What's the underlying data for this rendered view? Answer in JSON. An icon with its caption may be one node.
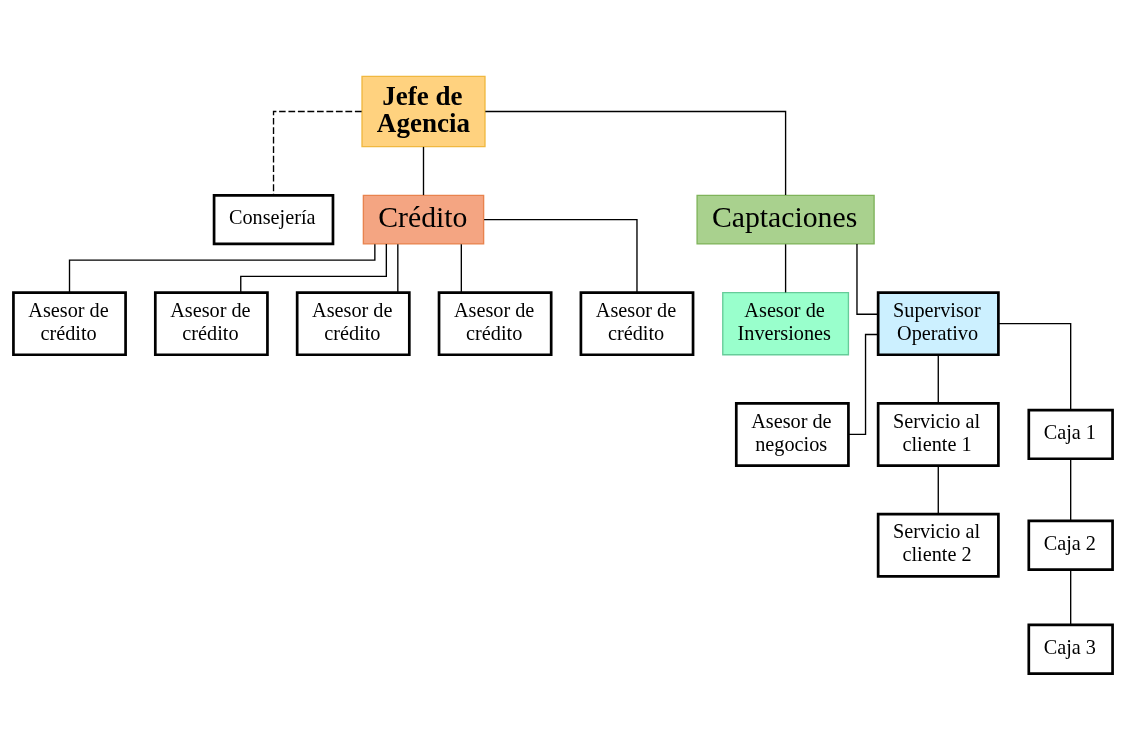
{
  "diagram": {
    "nodes": [
      {
        "text": [
          "Jefe de Agencia"
        ]
      },
      {
        "text": [
          "Consejería"
        ]
      },
      {
        "text": [
          "Crédito"
        ]
      },
      {
        "text": [
          "Captaciones"
        ]
      },
      {
        "text": [
          "Asesor de crédito"
        ]
      },
      {
        "text": [
          "Asesor de crédito"
        ]
      },
      {
        "text": [
          "Asesor de crédito"
        ]
      },
      {
        "text": [
          "Asesor de crédito"
        ]
      },
      {
        "text": [
          "Asesor de crédito"
        ]
      },
      {
        "text": [
          "Asesor de Inversiones"
        ]
      },
      {
        "text": [
          "Supervisor Operativo"
        ]
      },
      {
        "text": [
          "Asesor de negocios"
        ]
      },
      {
        "text": [
          "Servicio al cliente 1"
        ]
      },
      {
        "text": [
          "Caja 1"
        ]
      },
      {
        "text": [
          "Servicio al cliente 2"
        ]
      },
      {
        "text": [
          "Caja 2"
        ]
      },
      {
        "text": [
          "Caja 3"
        ]
      }
    ],
    "edges": [
      {
        "from": 0,
        "to": 1,
        "arrow": "none",
        "style": "dashed"
      },
      {
        "from": 0,
        "to": 2,
        "arrow": "none"
      },
      {
        "from": 0,
        "to": 3,
        "arrow": "none"
      },
      {
        "from": 2,
        "to": 4,
        "arrow": "none"
      },
      {
        "from": 2,
        "to": 5,
        "arrow": "none"
      },
      {
        "from": 2,
        "to": 6,
        "arrow": "none"
      },
      {
        "from": 2,
        "to": 7,
        "arrow": "none"
      },
      {
        "from": 2,
        "to": 8,
        "arrow": "none"
      },
      {
        "from": 3,
        "to": 9,
        "arrow": "none"
      },
      {
        "from": 3,
        "to": 10,
        "arrow": "none"
      },
      {
        "from": 10,
        "to": 11,
        "arrow": "none"
      },
      {
        "from": 10,
        "to": 12,
        "arrow": "none"
      },
      {
        "from": 10,
        "to": 13,
        "arrow": "none"
      },
      {
        "from": 12,
        "to": 14,
        "arrow": "none"
      },
      {
        "from": 13,
        "to": 15,
        "arrow": "none"
      },
      {
        "from": 15,
        "to": 16,
        "arrow": "none"
      }
    ]
  }
}
